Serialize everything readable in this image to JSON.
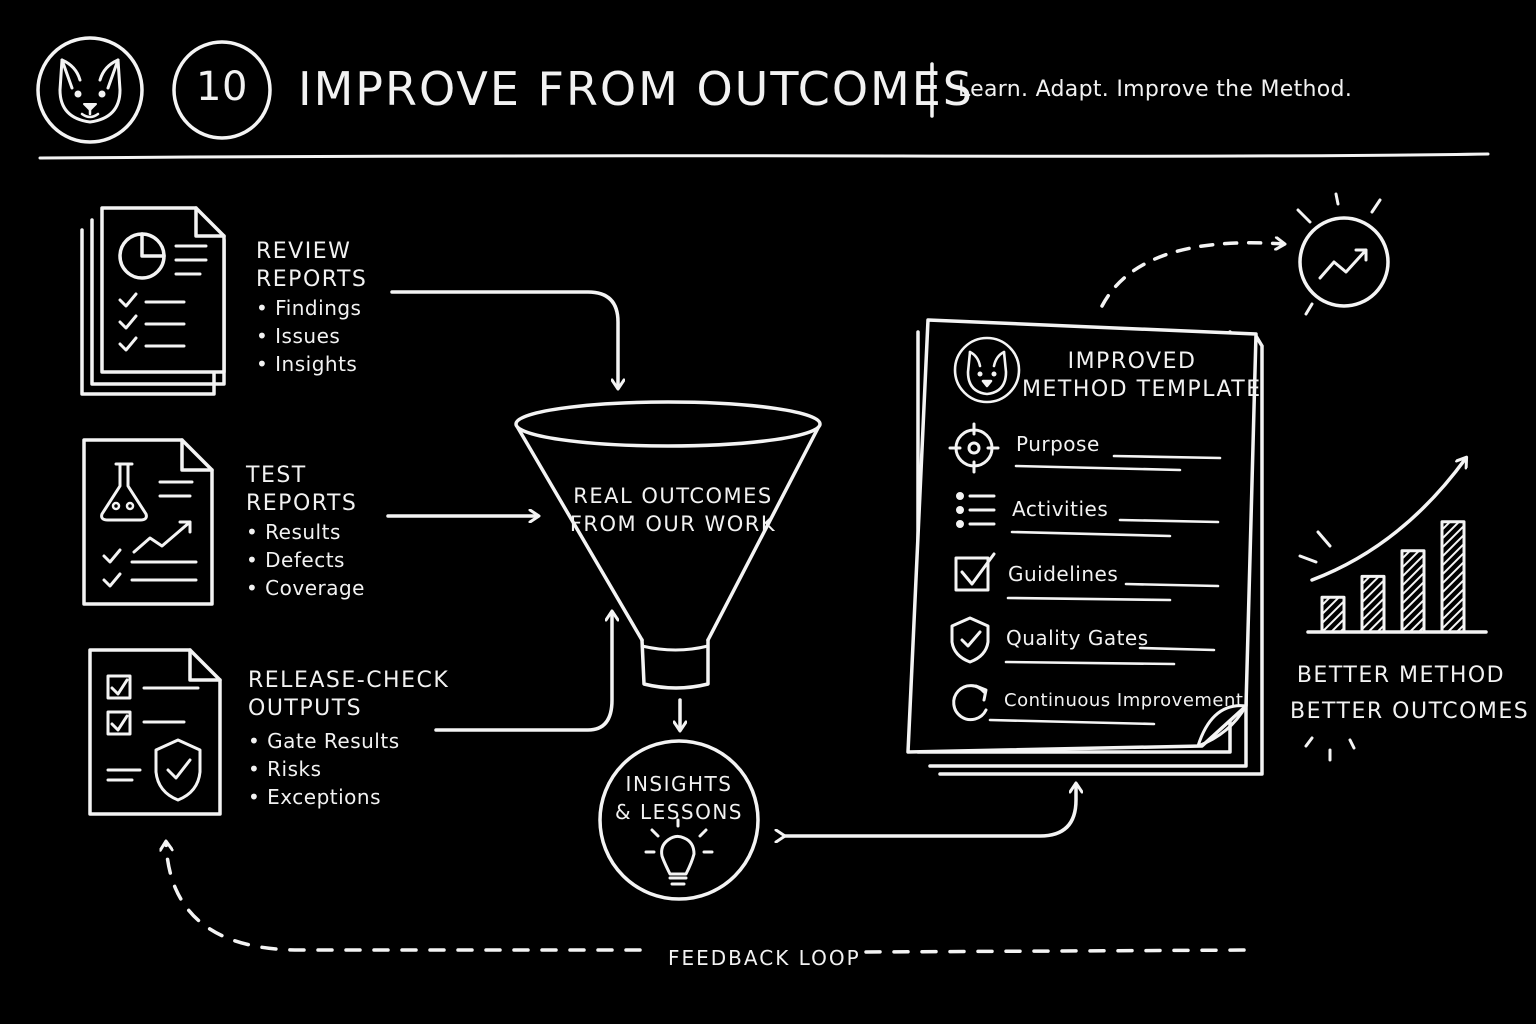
{
  "header": {
    "step_number": "10",
    "title": "IMPROVE FROM OUTCOMES",
    "tagline": "Learn. Adapt. Improve the Method."
  },
  "sources": [
    {
      "title_line1": "REVIEW",
      "title_line2": "REPORTS",
      "bullets": [
        "• Findings",
        "• Issues",
        "• Insights"
      ]
    },
    {
      "title_line1": "TEST",
      "title_line2": "REPORTS",
      "bullets": [
        "• Results",
        "• Defects",
        "• Coverage"
      ]
    },
    {
      "title_line1": "RELEASE-CHECK",
      "title_line2": "OUTPUTS",
      "bullets": [
        "• Gate Results",
        "• Risks",
        "• Exceptions"
      ]
    }
  ],
  "funnel": {
    "line1": "REAL OUTCOMES",
    "line2": "FROM OUR WORK"
  },
  "insights": {
    "line1": "INSIGHTS",
    "line2": "& LESSONS"
  },
  "template": {
    "title_line1": "IMPROVED",
    "title_line2": "METHOD TEMPLATE",
    "items": [
      "Purpose",
      "Activities",
      "Guidelines",
      "Quality Gates",
      "Continuous Improvement"
    ]
  },
  "result": {
    "line1": "BETTER METHOD",
    "line2": "BETTER OUTCOMES"
  },
  "growth_chart": {
    "bar_levels": [
      0.3,
      0.48,
      0.7,
      0.95
    ]
  },
  "feedback_label": "FEEDBACK LOOP",
  "icons": {
    "logo": "bulldog-logo-icon",
    "review_doc": "pie-chart-document-icon",
    "test_doc": "flask-chart-document-icon",
    "release_doc": "shield-checklist-document-icon",
    "insight": "lightbulb-icon",
    "trend": "trending-up-icon",
    "purpose": "target-icon",
    "activities": "list-icon",
    "guidelines": "checkbox-icon",
    "quality": "shield-check-icon",
    "improvement": "refresh-icon"
  },
  "colors": {
    "background": "#000000",
    "ink": "#f4f4f4"
  }
}
